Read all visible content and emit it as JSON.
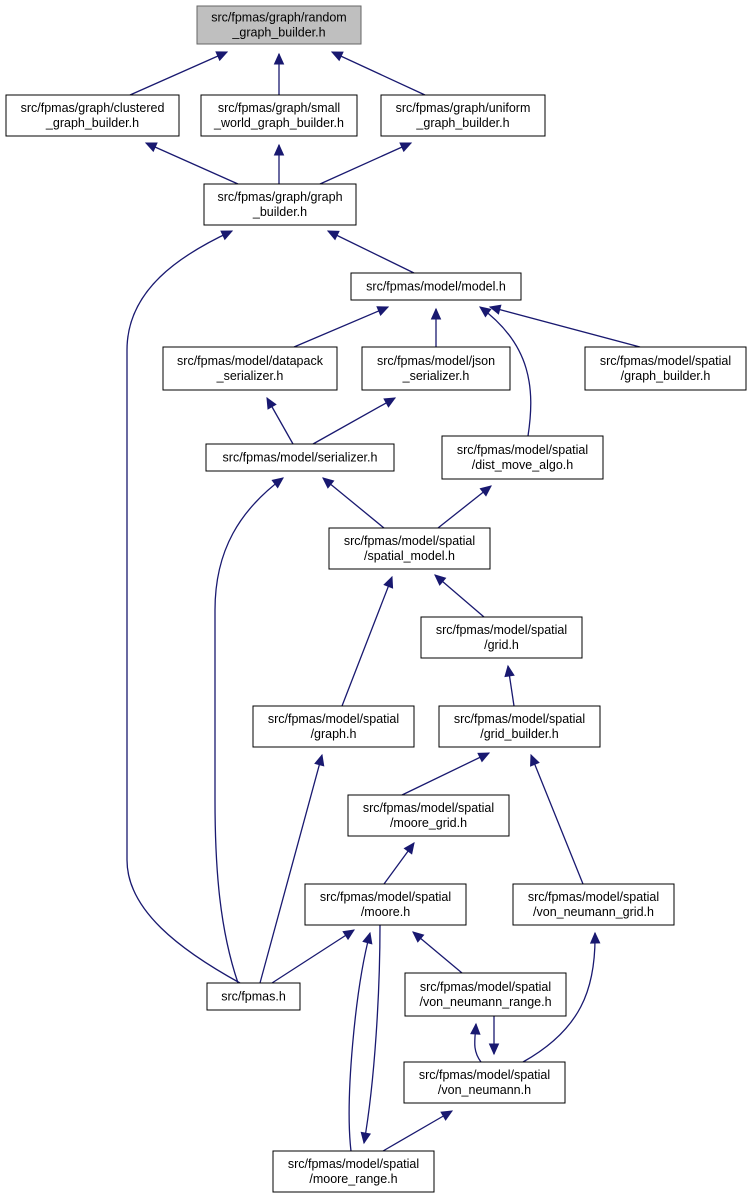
{
  "colors": {
    "edge": "#191970",
    "root_fill": "#bfbfbf",
    "node_fill": "#ffffff",
    "border": "#000000"
  },
  "nodes": [
    {
      "id": "random_graph_builder",
      "lines": [
        "src/fpmas/graph/random",
        "_graph_builder.h"
      ],
      "highlighted": true
    },
    {
      "id": "clustered_graph_builder",
      "lines": [
        "src/fpmas/graph/clustered",
        "_graph_builder.h"
      ]
    },
    {
      "id": "small_world_graph_builder",
      "lines": [
        "src/fpmas/graph/small",
        "_world_graph_builder.h"
      ]
    },
    {
      "id": "uniform_graph_builder",
      "lines": [
        "src/fpmas/graph/uniform",
        "_graph_builder.h"
      ]
    },
    {
      "id": "graph_builder",
      "lines": [
        "src/fpmas/graph/graph",
        "_builder.h"
      ]
    },
    {
      "id": "model",
      "lines": [
        "src/fpmas/model/model.h"
      ]
    },
    {
      "id": "datapack_serializer",
      "lines": [
        "src/fpmas/model/datapack",
        "_serializer.h"
      ]
    },
    {
      "id": "json_serializer",
      "lines": [
        "src/fpmas/model/json",
        "_serializer.h"
      ]
    },
    {
      "id": "spatial_graph_builder",
      "lines": [
        "src/fpmas/model/spatial",
        "/graph_builder.h"
      ]
    },
    {
      "id": "serializer",
      "lines": [
        "src/fpmas/model/serializer.h"
      ]
    },
    {
      "id": "dist_move_algo",
      "lines": [
        "src/fpmas/model/spatial",
        "/dist_move_algo.h"
      ]
    },
    {
      "id": "spatial_model",
      "lines": [
        "src/fpmas/model/spatial",
        "/spatial_model.h"
      ]
    },
    {
      "id": "grid",
      "lines": [
        "src/fpmas/model/spatial",
        "/grid.h"
      ]
    },
    {
      "id": "spatial_graph",
      "lines": [
        "src/fpmas/model/spatial",
        "/graph.h"
      ]
    },
    {
      "id": "grid_builder",
      "lines": [
        "src/fpmas/model/spatial",
        "/grid_builder.h"
      ]
    },
    {
      "id": "moore_grid",
      "lines": [
        "src/fpmas/model/spatial",
        "/moore_grid.h"
      ]
    },
    {
      "id": "moore",
      "lines": [
        "src/fpmas/model/spatial",
        "/moore.h"
      ]
    },
    {
      "id": "von_neumann_grid",
      "lines": [
        "src/fpmas/model/spatial",
        "/von_neumann_grid.h"
      ]
    },
    {
      "id": "fpmas",
      "lines": [
        "src/fpmas.h"
      ]
    },
    {
      "id": "von_neumann_range",
      "lines": [
        "src/fpmas/model/spatial",
        "/von_neumann_range.h"
      ]
    },
    {
      "id": "von_neumann",
      "lines": [
        "src/fpmas/model/spatial",
        "/von_neumann.h"
      ]
    },
    {
      "id": "moore_range",
      "lines": [
        "src/fpmas/model/spatial",
        "/moore_range.h"
      ]
    }
  ],
  "edges": [
    {
      "from": "clustered_graph_builder",
      "to": "random_graph_builder"
    },
    {
      "from": "small_world_graph_builder",
      "to": "random_graph_builder"
    },
    {
      "from": "uniform_graph_builder",
      "to": "random_graph_builder"
    },
    {
      "from": "graph_builder",
      "to": "clustered_graph_builder"
    },
    {
      "from": "graph_builder",
      "to": "small_world_graph_builder"
    },
    {
      "from": "graph_builder",
      "to": "uniform_graph_builder"
    },
    {
      "from": "model",
      "to": "graph_builder"
    },
    {
      "from": "fpmas",
      "to": "graph_builder"
    },
    {
      "from": "datapack_serializer",
      "to": "model"
    },
    {
      "from": "json_serializer",
      "to": "model"
    },
    {
      "from": "spatial_graph_builder",
      "to": "model"
    },
    {
      "from": "dist_move_algo",
      "to": "model"
    },
    {
      "from": "serializer",
      "to": "datapack_serializer"
    },
    {
      "from": "serializer",
      "to": "json_serializer"
    },
    {
      "from": "spatial_model",
      "to": "serializer"
    },
    {
      "from": "fpmas",
      "to": "serializer"
    },
    {
      "from": "spatial_model",
      "to": "dist_move_algo"
    },
    {
      "from": "grid",
      "to": "spatial_model"
    },
    {
      "from": "spatial_graph",
      "to": "spatial_model"
    },
    {
      "from": "grid_builder",
      "to": "grid"
    },
    {
      "from": "fpmas",
      "to": "spatial_graph"
    },
    {
      "from": "moore_grid",
      "to": "grid_builder"
    },
    {
      "from": "von_neumann_grid",
      "to": "grid_builder"
    },
    {
      "from": "moore",
      "to": "moore_grid"
    },
    {
      "from": "fpmas",
      "to": "moore"
    },
    {
      "from": "von_neumann_range",
      "to": "moore"
    },
    {
      "from": "moore_range",
      "to": "moore"
    },
    {
      "from": "moore",
      "to": "moore_range"
    },
    {
      "from": "von_neumann",
      "to": "von_neumann_range"
    },
    {
      "from": "von_neumann_range",
      "to": "von_neumann"
    },
    {
      "from": "von_neumann",
      "to": "von_neumann_grid"
    },
    {
      "from": "moore_range",
      "to": "von_neumann"
    }
  ]
}
